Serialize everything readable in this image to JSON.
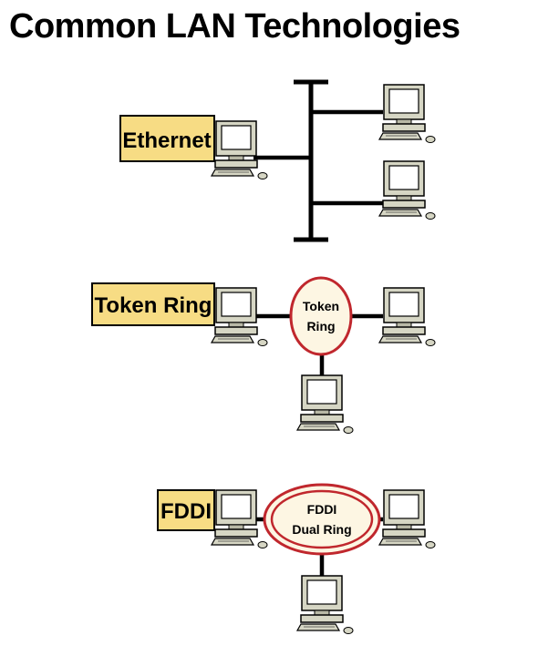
{
  "title": "Common LAN Technologies",
  "sections": {
    "ethernet": {
      "label": "Ethernet"
    },
    "token_ring": {
      "label": "Token Ring",
      "hub_line1": "Token",
      "hub_line2": "Ring"
    },
    "fddi": {
      "label": "FDDI",
      "hub_line1": "FDDI",
      "hub_line2": "Dual Ring"
    }
  },
  "colors": {
    "label_fill": "#f7dc84",
    "ring_outline": "#c0272d",
    "ring_fill": "#fdf6e3",
    "cable": "#000000",
    "computer_body": "#d6d6c4"
  }
}
